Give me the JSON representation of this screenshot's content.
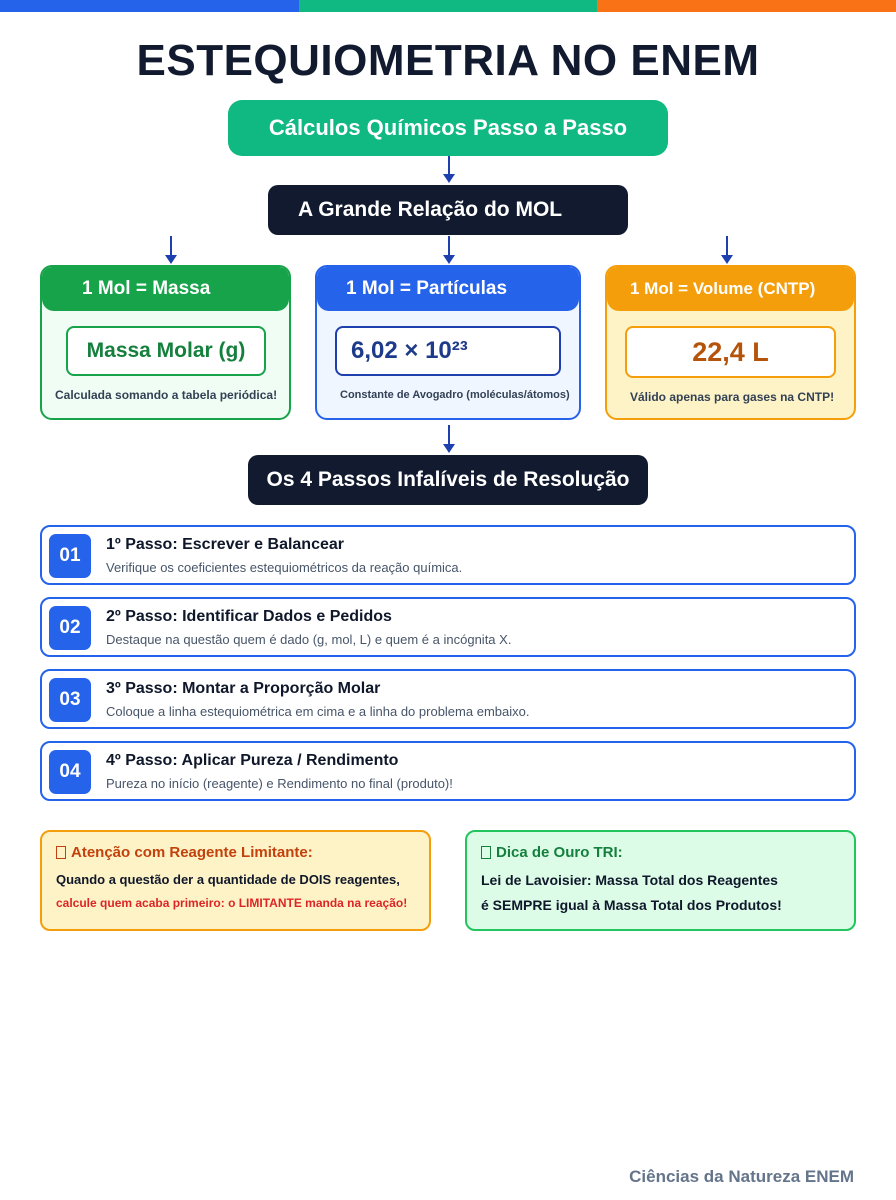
{
  "colors": {
    "blue": "#2563eb",
    "green": "#10b981",
    "orange": "#f97316",
    "dark": "#111a2e",
    "amber": "#f59e0b"
  },
  "title": "ESTEQUIOMETRIA NO ENEM",
  "subtitle": "Cálculos Químicos Passo a Passo",
  "mol_relation": "A Grande Relação do MOL",
  "cards": [
    {
      "header": "1 Mol = Massa",
      "value": "Massa Molar (g)",
      "note": "Calculada somando a tabela periódica!"
    },
    {
      "header": "1 Mol = Partículas",
      "value": "6,02 × 10²³",
      "note": "Constante de Avogadro (moléculas/átomos)"
    },
    {
      "header": "1 Mol = Volume (CNTP)",
      "value": "22,4 L",
      "note": "Válido apenas para gases na CNTP!"
    }
  ],
  "steps_heading": "Os 4 Passos Infalíveis de Resolução",
  "steps": [
    {
      "number": "01",
      "title": "1º Passo: Escrever e Balancear",
      "desc": "Verifique os coeficientes estequiométricos da reação química."
    },
    {
      "number": "02",
      "title": "2º Passo: Identificar Dados e Pedidos",
      "desc": "Destaque na questão quem é dado (g, mol, L) e quem é a incógnita X."
    },
    {
      "number": "03",
      "title": "3º Passo: Montar a Proporção Molar",
      "desc": "Coloque a linha estequiométrica em cima e a linha do problema embaixo."
    },
    {
      "number": "04",
      "title": "4º Passo: Aplicar Pureza / Rendimento",
      "desc": "Pureza no início (reagente) e Rendimento no final (produto)!"
    }
  ],
  "warning": {
    "icon": "warning-icon",
    "title": "Atenção com Reagente Limitante:",
    "line1": "Quando a questão der a quantidade de DOIS reagentes,",
    "line2": "calcule quem acaba primeiro: o LIMITANTE manda na reação!"
  },
  "tip": {
    "icon": "tip-icon",
    "title": "Dica de Ouro TRI:",
    "line1": "Lei de Lavoisier: Massa Total dos Reagentes",
    "line2": "é SEMPRE igual à Massa Total dos Produtos!"
  },
  "footer": "Ciências da Natureza ENEM"
}
